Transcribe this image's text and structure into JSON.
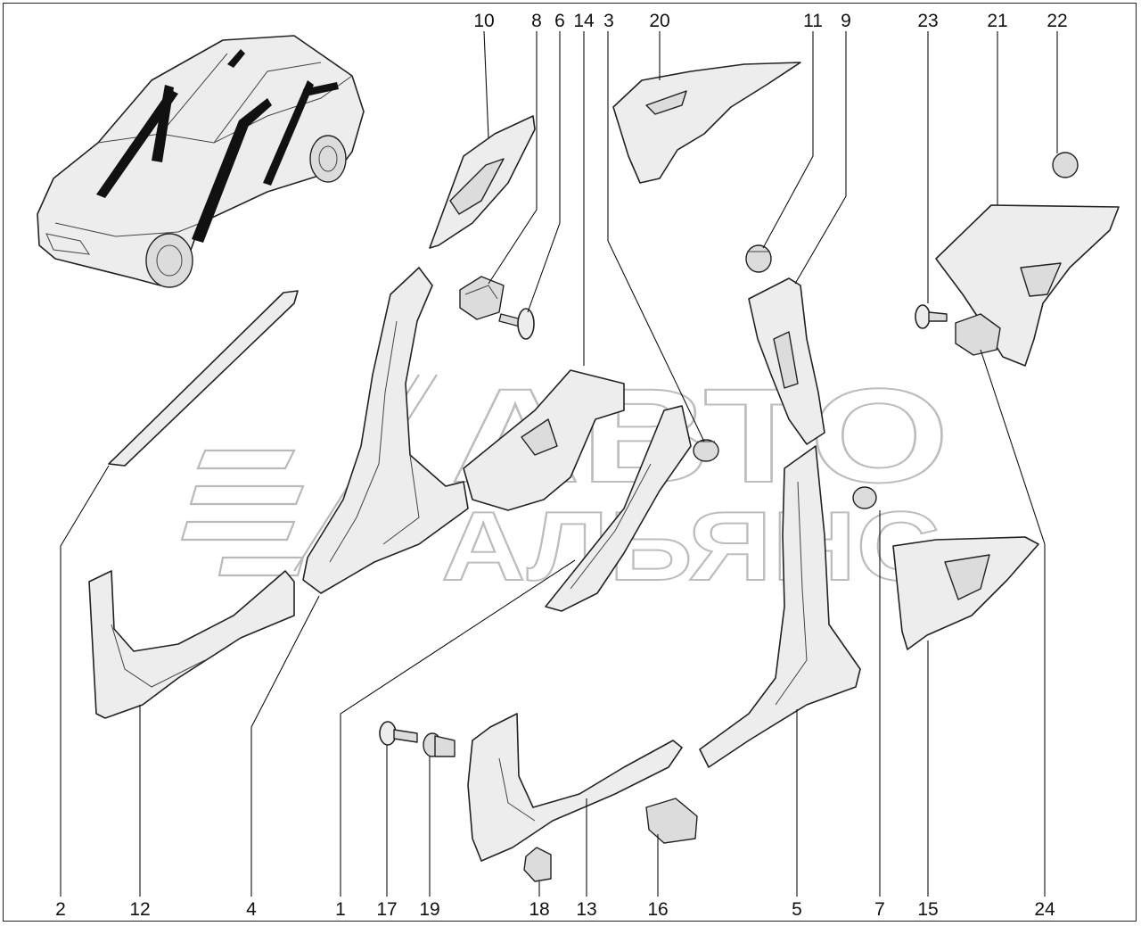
{
  "watermark": {
    "line1": "АВТО",
    "line2": "АЛЬЯНС"
  },
  "callouts": {
    "top": [
      "10",
      "8",
      "6",
      "14",
      "3",
      "20",
      "11",
      "9",
      "23",
      "21",
      "22"
    ],
    "bottom": [
      "2",
      "12",
      "4",
      "1",
      "17",
      "19",
      "18",
      "13",
      "16",
      "5",
      "7",
      "15",
      "24"
    ]
  },
  "colors": {
    "line": "#222222",
    "fill": "#ededed",
    "watermark": "#bdbdbd",
    "highlight": "#111111"
  }
}
